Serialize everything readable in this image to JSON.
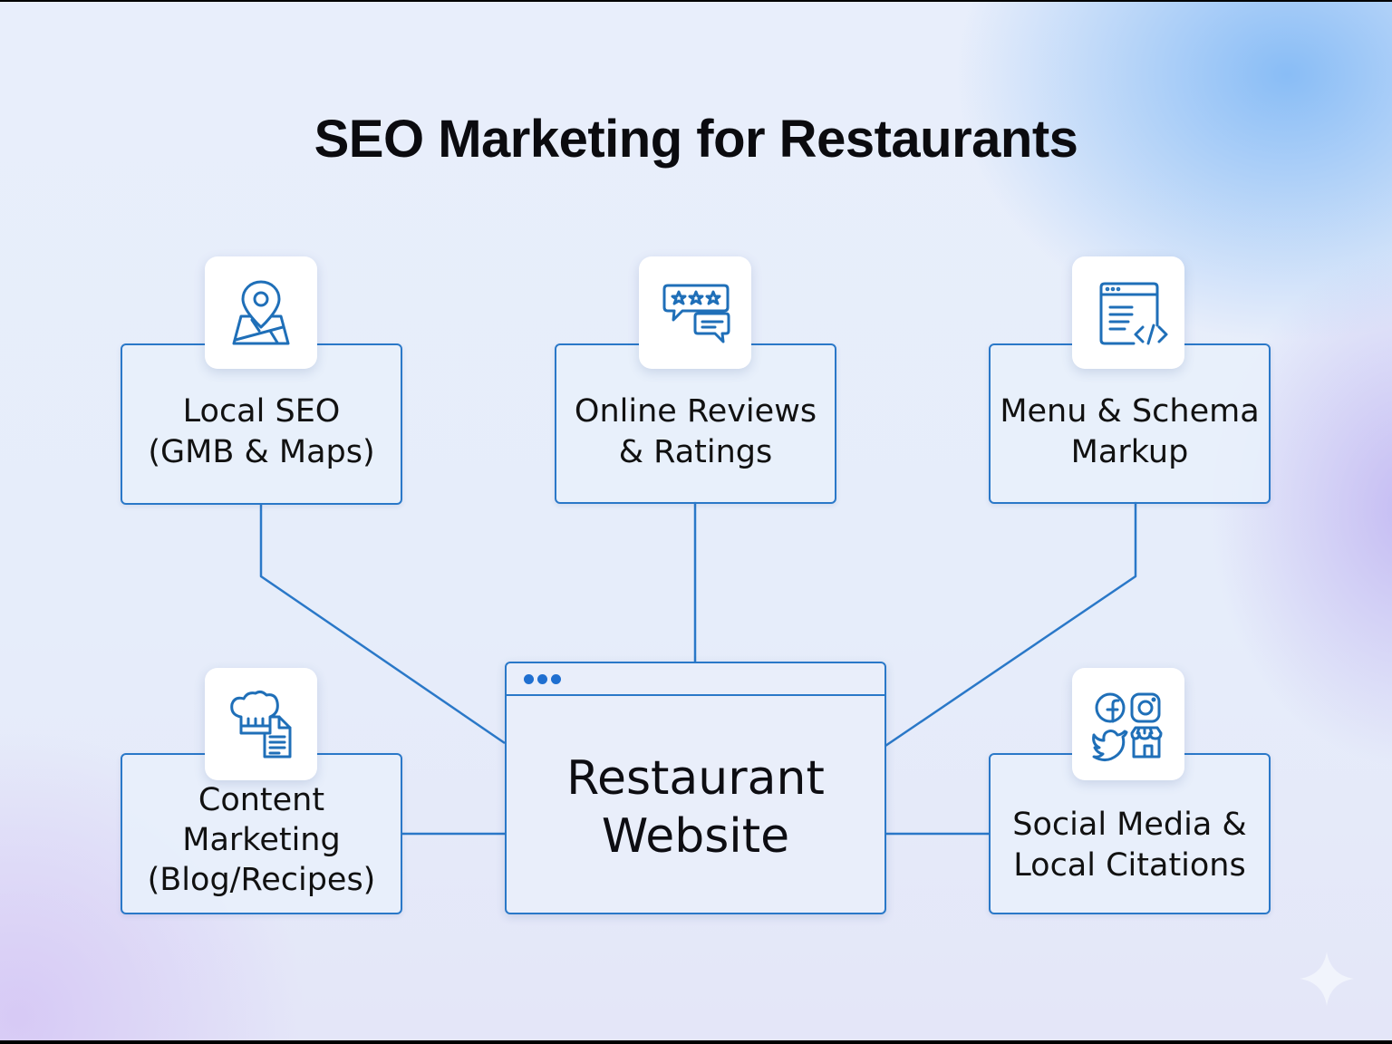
{
  "title": "SEO Marketing for Restaurants",
  "colors": {
    "accent": "#2a78c8",
    "icon": "#1f6fb8",
    "text": "#111111",
    "background": "#e8eefb"
  },
  "center": {
    "label": "Restaurant\nWebsite",
    "icon": "browser-window-dots"
  },
  "nodes": [
    {
      "id": "local-seo",
      "label": "Local SEO\n(GMB & Maps)",
      "icon": "map-pin-icon"
    },
    {
      "id": "online-reviews",
      "label": "Online Reviews\n& Ratings",
      "icon": "star-rating-chat-icon"
    },
    {
      "id": "menu-schema",
      "label": "Menu & Schema\nMarkup",
      "icon": "code-document-icon"
    },
    {
      "id": "content-marketing",
      "label": "Content\nMarketing\n(Blog/Recipes)",
      "icon": "chef-hat-document-icon"
    },
    {
      "id": "social-citations",
      "label": "Social Media &\nLocal Citations",
      "icon": "social-store-icons"
    }
  ],
  "connections": [
    {
      "from": "local-seo",
      "to": "center"
    },
    {
      "from": "online-reviews",
      "to": "center"
    },
    {
      "from": "menu-schema",
      "to": "center"
    },
    {
      "from": "content-marketing",
      "to": "center"
    },
    {
      "from": "social-citations",
      "to": "center"
    }
  ]
}
